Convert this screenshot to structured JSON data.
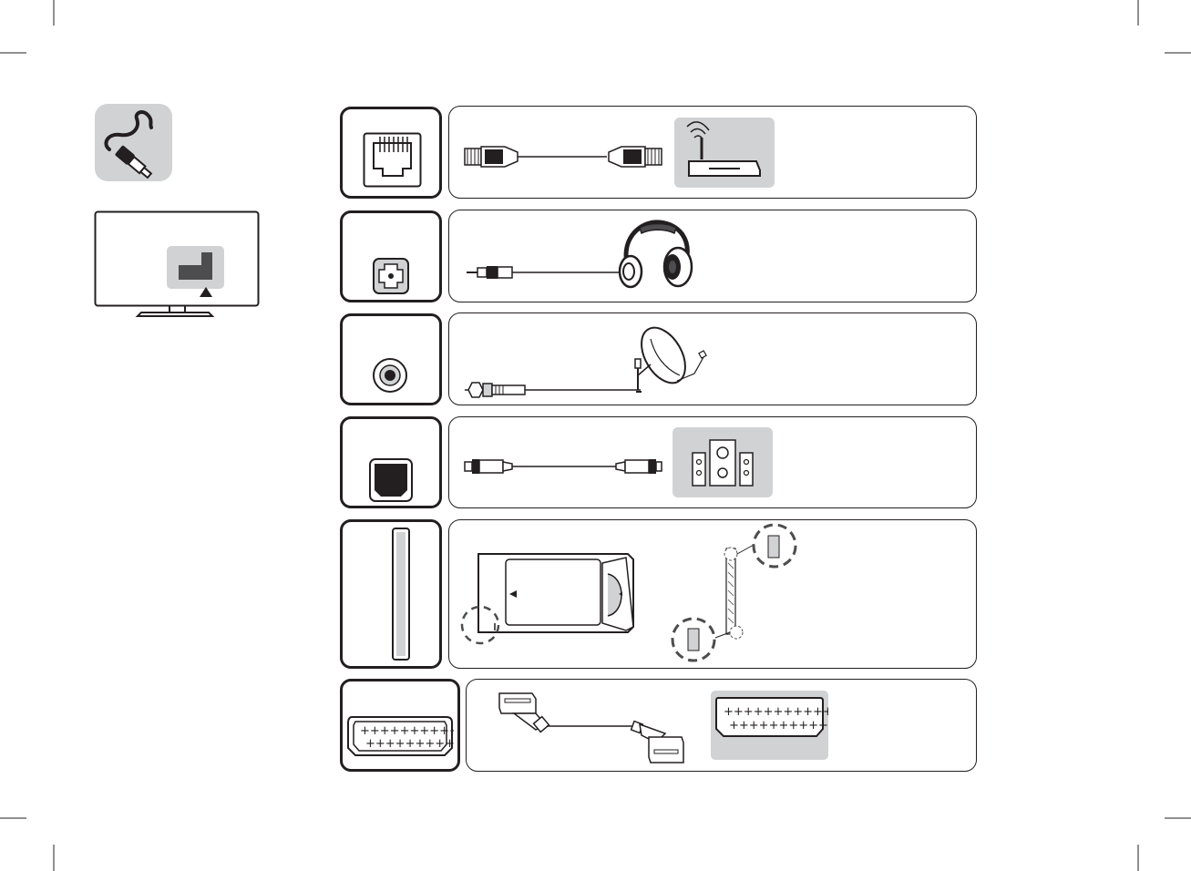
{
  "page": {
    "title": "",
    "background": "#ffffff",
    "ink": "#231f20",
    "panel_gray": "#d1d2d4",
    "dark_gray": "#4d4d4f"
  },
  "sidebar": {
    "icon": "cable-connection-icon",
    "tv_icon": "tv-rear-connector-location-icon"
  },
  "rows": [
    {
      "id": "lan",
      "port_icon": "lan-rj45-port-icon",
      "cable_icon": "ethernet-cable-icon",
      "device_icon": "wireless-router-icon"
    },
    {
      "id": "headphone",
      "port_icon": "headphone-jack-icon",
      "cable_icon": "headphone-cable-icon",
      "device_icon": "headphones-icon"
    },
    {
      "id": "satellite",
      "port_icon": "lnb-satellite-port-icon",
      "cable_icon": "coaxial-f-cable-icon",
      "device_icon": "satellite-dish-icon"
    },
    {
      "id": "optical",
      "port_icon": "optical-audio-port-icon",
      "cable_icon": "optical-cable-icon",
      "device_icon": "speaker-system-icon"
    },
    {
      "id": "ci-slot",
      "port_icon": "common-interface-slot-icon",
      "cable_icon": "ci-module-icon",
      "device_icon": "smart-card-icon"
    },
    {
      "id": "scart",
      "port_icon": "scart-port-icon",
      "cable_icon": "scart-cable-icon",
      "device_icon": "scart-device-port-icon"
    }
  ]
}
